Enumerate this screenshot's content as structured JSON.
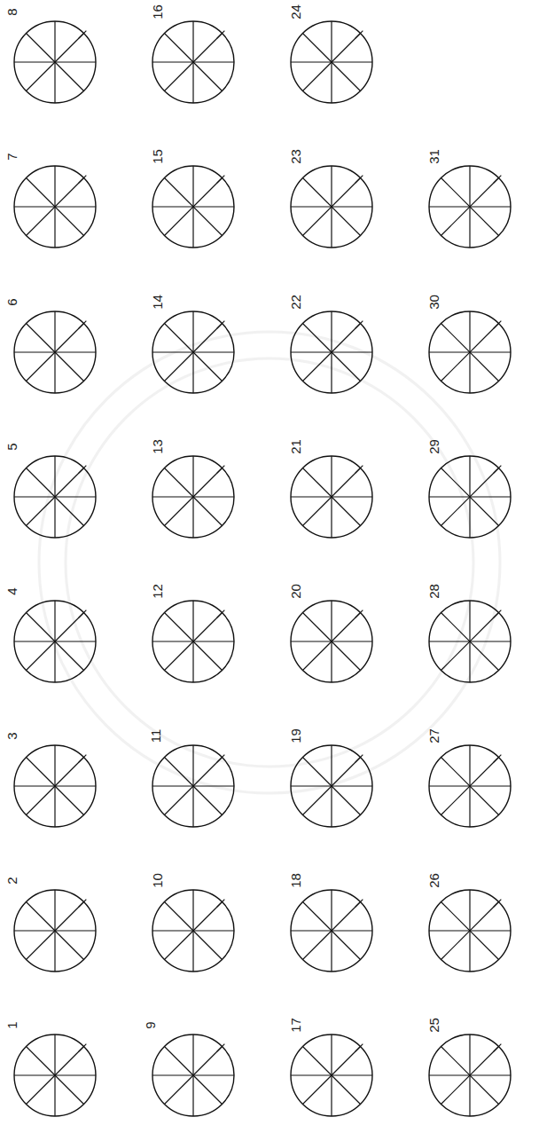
{
  "diagram": {
    "nodes": [
      {
        "text": [
          "1"
        ]
      },
      {
        "text": [
          "2"
        ]
      },
      {
        "text": [
          "3"
        ]
      },
      {
        "text": [
          "4"
        ]
      },
      {
        "text": [
          "5"
        ]
      },
      {
        "text": [
          "6"
        ]
      },
      {
        "text": [
          "7"
        ]
      },
      {
        "text": [
          "8"
        ]
      },
      {
        "text": [
          "9"
        ]
      },
      {
        "text": [
          "10"
        ]
      },
      {
        "text": [
          "11"
        ]
      },
      {
        "text": [
          "12"
        ]
      },
      {
        "text": [
          "13"
        ]
      },
      {
        "text": [
          "14"
        ]
      },
      {
        "text": [
          "15"
        ]
      },
      {
        "text": [
          "16"
        ]
      },
      {
        "text": [
          "17"
        ]
      },
      {
        "text": [
          "18"
        ]
      },
      {
        "text": [
          "19"
        ]
      },
      {
        "text": [
          "20"
        ]
      },
      {
        "text": [
          "21"
        ]
      },
      {
        "text": [
          "22"
        ]
      },
      {
        "text": [
          "23"
        ]
      },
      {
        "text": [
          "24"
        ]
      },
      {
        "text": [
          "25"
        ]
      },
      {
        "text": [
          "26"
        ]
      },
      {
        "text": [
          "27"
        ]
      },
      {
        "text": [
          "28"
        ]
      },
      {
        "text": [
          "29"
        ]
      },
      {
        "text": [
          "30"
        ]
      },
      {
        "text": [
          "31"
        ]
      }
    ]
  }
}
